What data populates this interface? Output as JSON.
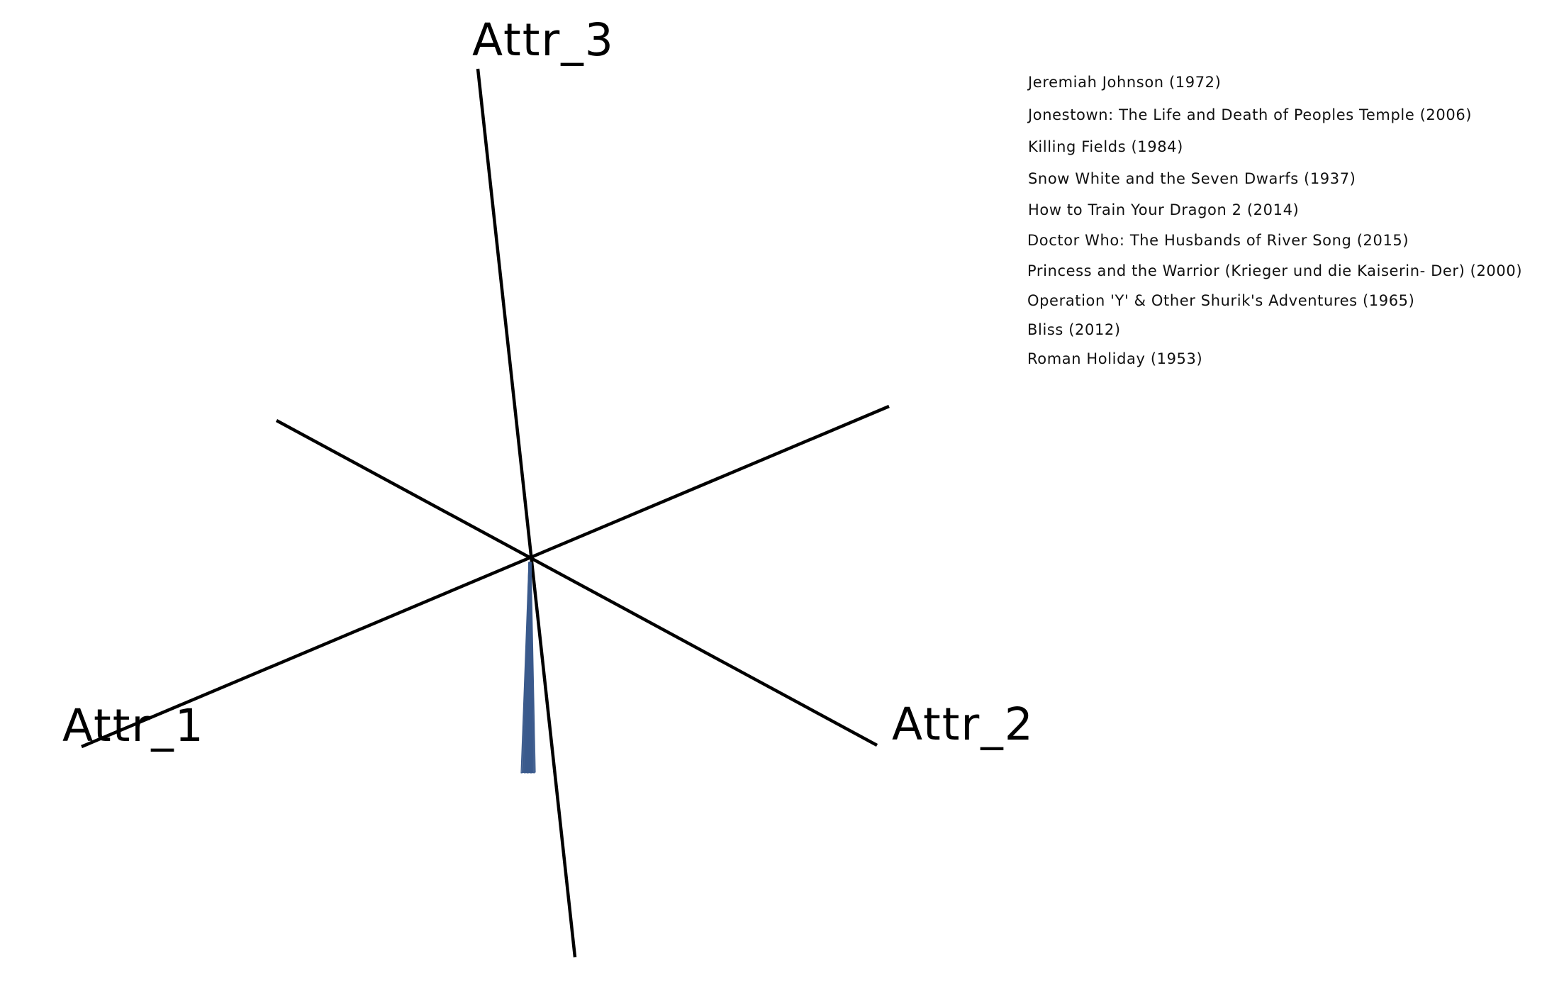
{
  "chart_data": {
    "type": "radar",
    "axes": [
      "Attr_1",
      "Attr_2",
      "Attr_3"
    ],
    "grid": false,
    "legend_position": "top-right",
    "series_color": "#3a5a8c",
    "series": [
      {
        "name": "Jeremiah Johnson (1972)",
        "values": [
          0.0,
          0.0,
          0.0
        ]
      },
      {
        "name": "Jonestown: The Life and Death of Peoples Temple (2006)",
        "values": [
          0.0,
          0.0,
          0.0
        ]
      },
      {
        "name": "Killing Fields  (1984)",
        "values": [
          0.0,
          0.0,
          0.0
        ]
      },
      {
        "name": "Snow White and the Seven Dwarfs (1937)",
        "values": [
          0.0,
          0.0,
          0.0
        ]
      },
      {
        "name": "How to Train Your Dragon 2 (2014)",
        "values": [
          0.0,
          0.0,
          0.0
        ]
      },
      {
        "name": "Doctor Who: The Husbands of River Song (2015)",
        "values": [
          0.0,
          0.0,
          0.0
        ]
      },
      {
        "name": "Princess and the Warrior  (Krieger und die Kaiserin- Der) (2000)",
        "values": [
          0.0,
          0.0,
          0.0
        ]
      },
      {
        "name": "Operation 'Y' & Other Shurik's Adventures (1965)",
        "values": [
          0.0,
          0.0,
          0.0
        ]
      },
      {
        "name": "Bliss (2012)",
        "values": [
          0.0,
          0.0,
          0.0
        ]
      },
      {
        "name": "Roman Holiday (1953)",
        "values": [
          0.0,
          0.0,
          0.0
        ]
      }
    ]
  }
}
